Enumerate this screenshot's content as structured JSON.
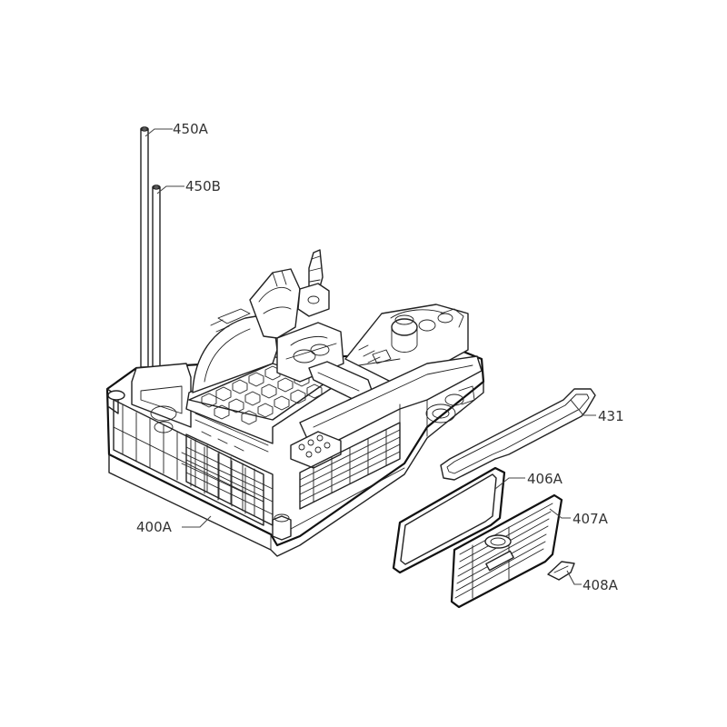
{
  "callouts": [
    {
      "id": "450A",
      "text": "450A"
    },
    {
      "id": "450B",
      "text": "450B"
    },
    {
      "id": "431",
      "text": "431"
    },
    {
      "id": "406A",
      "text": "406A"
    },
    {
      "id": "407A",
      "text": "407A"
    },
    {
      "id": "400A",
      "text": "400A"
    },
    {
      "id": "408A",
      "text": "408A"
    }
  ],
  "colors": {
    "line": "#222222",
    "label": "#333333",
    "background": "#ffffff"
  }
}
